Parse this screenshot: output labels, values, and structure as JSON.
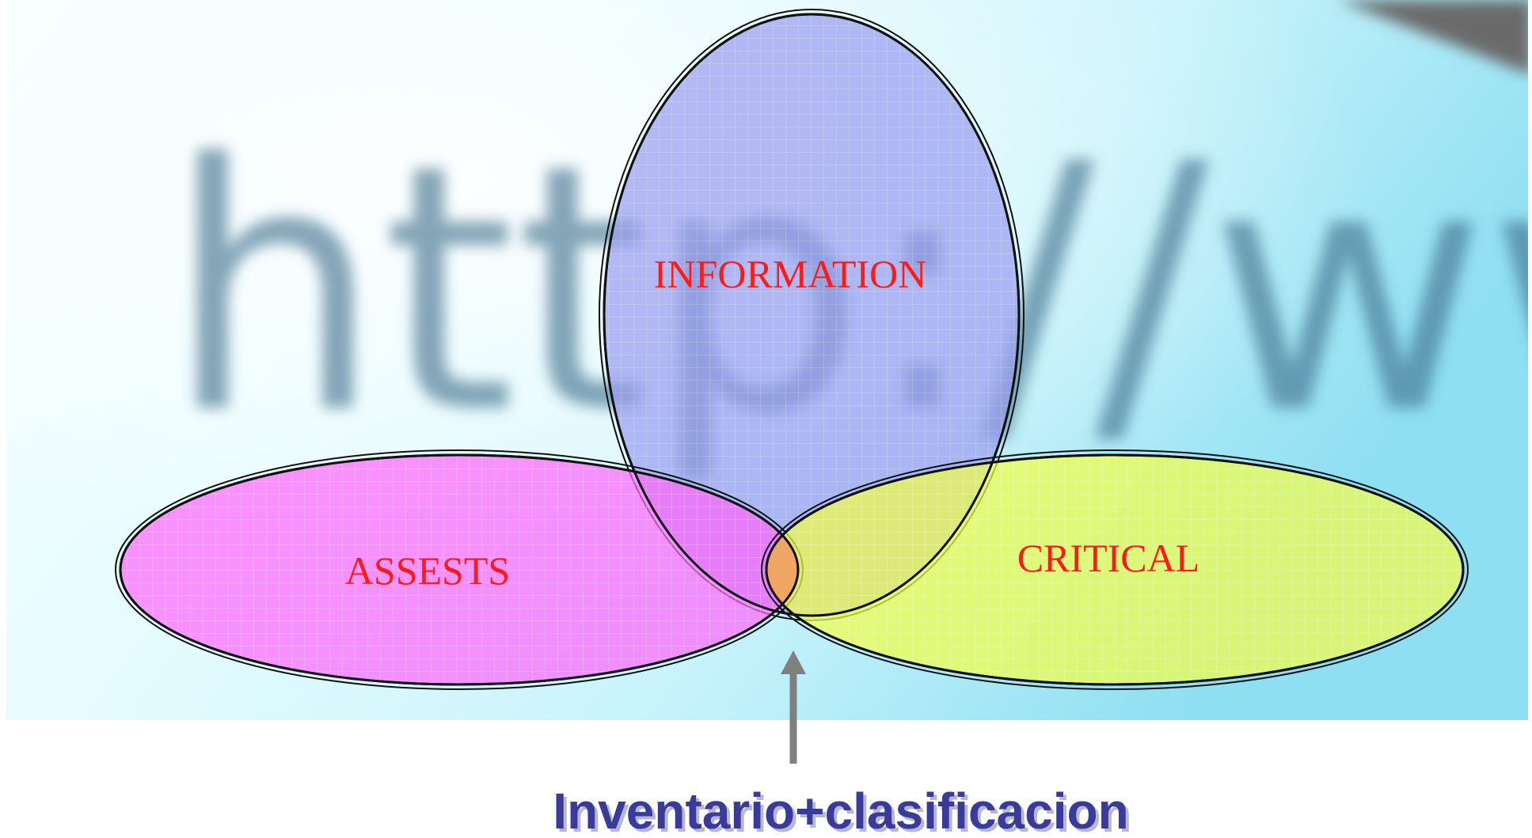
{
  "background": {
    "url_text": "http://www",
    "colors": {
      "light": "#f4ffff",
      "mid": "#c9f4fb",
      "edge": "#7fd8f0",
      "blurred_text": "#3c6f8c",
      "corner": "#6a6a6a"
    }
  },
  "sets": [
    {
      "id": "information",
      "label": "INFORMATION",
      "color": "#9a9ef0"
    },
    {
      "id": "assets",
      "label": "ASSESTS",
      "color": "#ff66ff"
    },
    {
      "id": "critical",
      "label": "CRITICAL",
      "color": "#f2ff44"
    }
  ],
  "intersection_color": "#f0a060",
  "label_color": "#ff1a1a",
  "caption": {
    "text": "Inventario+clasificacion",
    "color": "#3a3a9a"
  },
  "arrow_color": "#808080"
}
